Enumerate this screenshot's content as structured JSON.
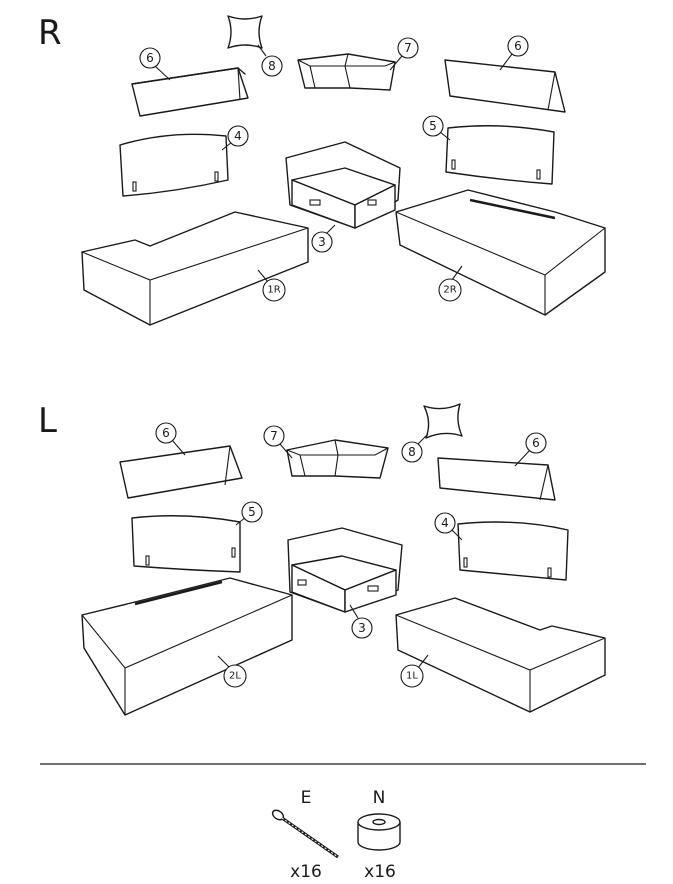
{
  "sections": {
    "right": {
      "heading": "R",
      "callouts": {
        "p6a": "6",
        "p8": "8",
        "p7": "7",
        "p6b": "6",
        "p4": "4",
        "p5": "5",
        "p3": "3",
        "p1": "1R",
        "p2": "2R"
      }
    },
    "left": {
      "heading": "L",
      "callouts": {
        "p6a": "6",
        "p7": "7",
        "p8": "8",
        "p6b": "6",
        "p5": "5",
        "p4": "4",
        "p3": "3",
        "p2": "2L",
        "p1": "1L"
      }
    }
  },
  "hardware": [
    {
      "label": "E",
      "icon": "screw-icon",
      "quantity": "x16"
    },
    {
      "label": "N",
      "icon": "spacer-icon",
      "quantity": "x16"
    }
  ]
}
